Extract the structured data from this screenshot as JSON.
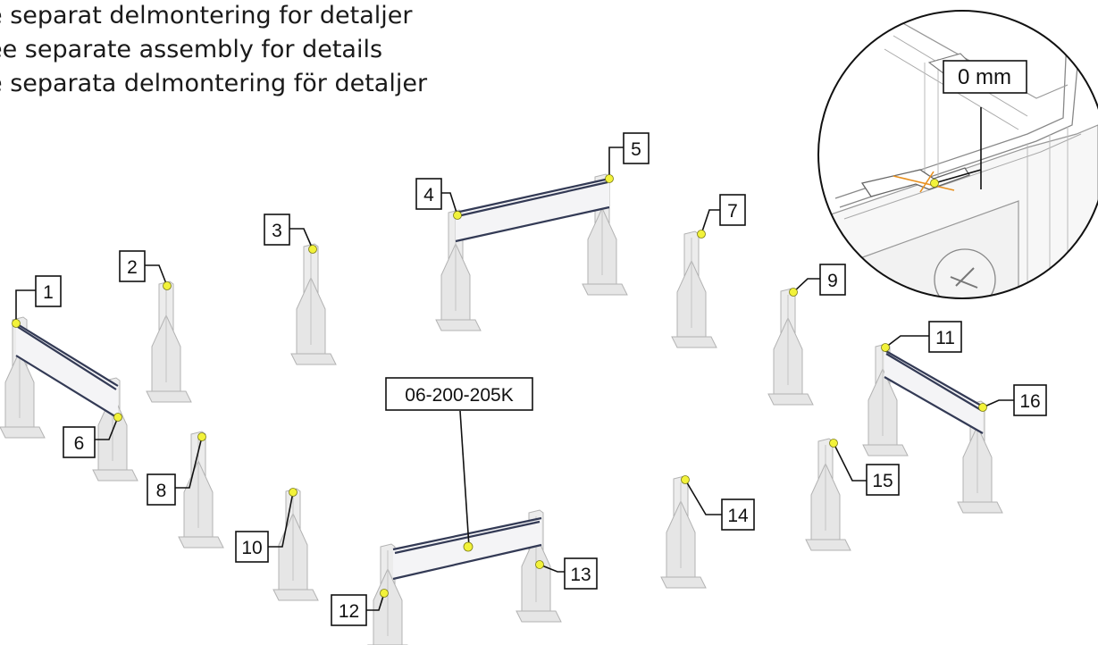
{
  "notes": [
    "e separat delmontering for detaljer",
    "ee separate assembly for details",
    "e separata delmontering för detaljer"
  ],
  "detail_callout": {
    "label": "0 mm"
  },
  "part_label": "06-200-205K",
  "callouts": [
    {
      "id": "c1",
      "label": "1"
    },
    {
      "id": "c2",
      "label": "2"
    },
    {
      "id": "c3",
      "label": "3"
    },
    {
      "id": "c4",
      "label": "4"
    },
    {
      "id": "c5",
      "label": "5"
    },
    {
      "id": "c6",
      "label": "6"
    },
    {
      "id": "c7",
      "label": "7"
    },
    {
      "id": "c8",
      "label": "8"
    },
    {
      "id": "c9",
      "label": "9"
    },
    {
      "id": "c10",
      "label": "10"
    },
    {
      "id": "c11",
      "label": "11"
    },
    {
      "id": "c12",
      "label": "12"
    },
    {
      "id": "c13",
      "label": "13"
    },
    {
      "id": "c14",
      "label": "14"
    },
    {
      "id": "c15",
      "label": "15"
    },
    {
      "id": "c16",
      "label": "16"
    }
  ],
  "colors": {
    "marker": "#f2f23a",
    "outline": "#111111",
    "post": "#ececec",
    "panel_edge": "#333a55",
    "dimension": "#e8901e"
  }
}
